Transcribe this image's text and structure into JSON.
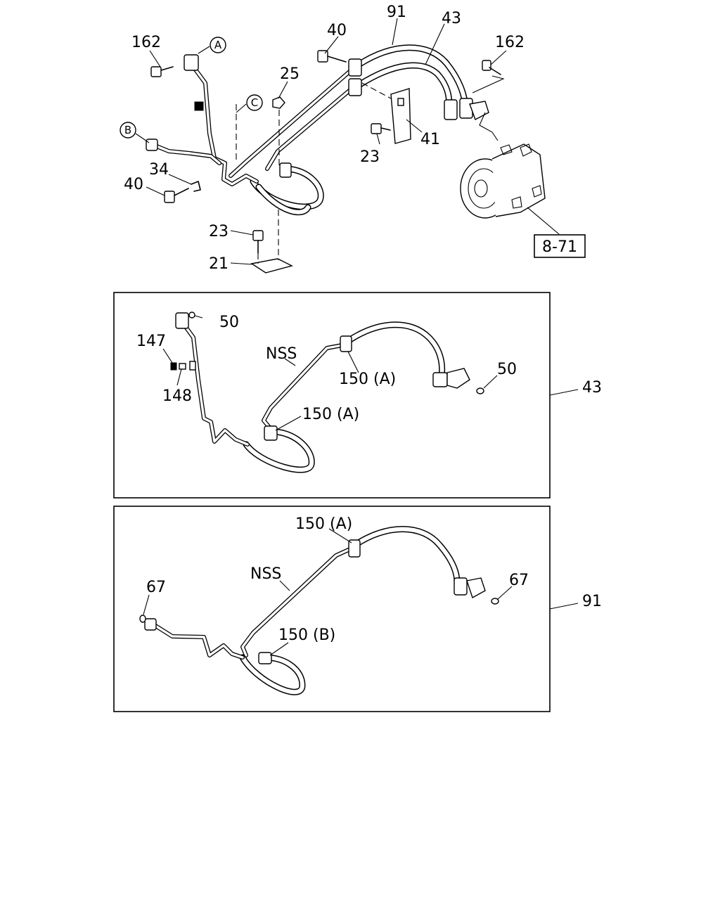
{
  "diagram": {
    "top_assembly": {
      "callouts": [
        "162",
        "40",
        "34",
        "25",
        "23",
        "21",
        "91",
        "43",
        "162",
        "23",
        "41",
        "40"
      ],
      "circle_refs": [
        "A",
        "B",
        "C"
      ],
      "ref_box": "8-71"
    },
    "detail_43": {
      "panel_label": "43",
      "callouts": [
        "50",
        "147",
        "148",
        "NSS",
        "150 (A)",
        "150 (A)",
        "50"
      ]
    },
    "detail_91": {
      "panel_label": "91",
      "callouts": [
        "150 (A)",
        "NSS",
        "67",
        "150 (B)",
        "67"
      ]
    }
  }
}
